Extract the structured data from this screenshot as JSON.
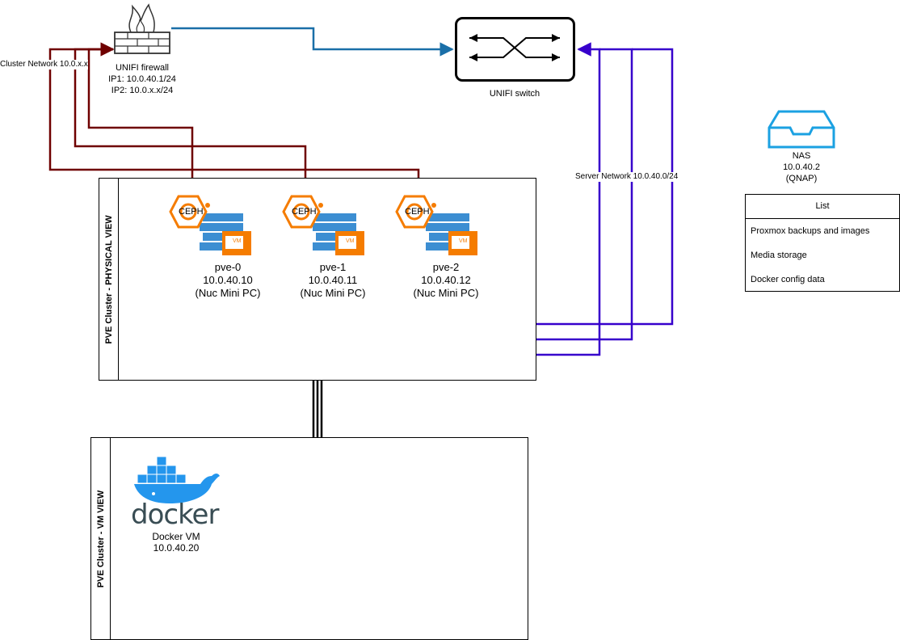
{
  "firewall": {
    "name": "UNIFI firewall",
    "ip1": "IP1: 10.0.40.1/24",
    "ip2": "IP2: 10.0.x.x/24"
  },
  "switch": {
    "name": "UNIFI switch"
  },
  "networks": {
    "cluster": "Cluster Network 10.0.x.x",
    "server": "Server Network 10.0.40.0/24"
  },
  "physical_view": {
    "title": "PVE Cluster - PHYSICAL VIEW"
  },
  "vm_view": {
    "title": "PVE Cluster - VM VIEW"
  },
  "nodes": [
    {
      "ceph": "CEPH",
      "vm": "VM",
      "name": "pve-0",
      "ip": "10.0.40.10",
      "type": "(Nuc Mini PC)"
    },
    {
      "ceph": "CEPH",
      "vm": "VM",
      "name": "pve-1",
      "ip": "10.0.40.11",
      "type": "(Nuc Mini PC)"
    },
    {
      "ceph": "CEPH",
      "vm": "VM",
      "name": "pve-2",
      "ip": "10.0.40.12",
      "type": "(Nuc Mini PC)"
    }
  ],
  "nas": {
    "name": "NAS",
    "ip": "10.0.40.2",
    "vendor": "(QNAP)"
  },
  "nas_list": {
    "title": "List",
    "items": [
      "Proxmox backups and images",
      "Media storage",
      "Docker config data"
    ]
  },
  "docker": {
    "logo_text": "docker",
    "name": "Docker VM",
    "ip": "10.0.40.20"
  },
  "colors": {
    "cluster_link": "#6f0000",
    "server_link": "#3700cc",
    "uplink": "#1a6fa8",
    "ceph": "#f57c00",
    "server_stack": "#3c8ed2",
    "docker": "#2496ed",
    "nas": "#1ba1e2"
  }
}
